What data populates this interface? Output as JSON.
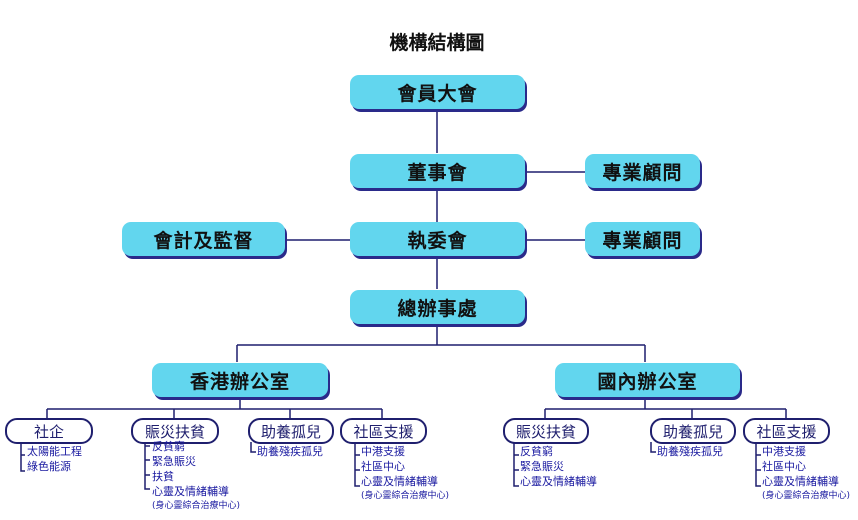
{
  "title": "機構結構圖",
  "colors": {
    "box": "#62d6ee",
    "line": "#1f1f6e",
    "subtext": "#1a1aa0"
  },
  "nodes": {
    "general_meeting": "會員大會",
    "board": "董事會",
    "board_advisor": "專業顧問",
    "exec_committee": "執委會",
    "accounting": "會計及監督",
    "exec_advisor": "專業顧問",
    "head_office": "總辦事處",
    "hk_office": "香港辦公室",
    "mainland_office": "國內辦公室"
  },
  "hk_units": [
    {
      "label": "社企",
      "items": [
        "太陽能工程",
        "綠色能源"
      ]
    },
    {
      "label": "賑災扶貧",
      "items": [
        "反貧窮",
        "緊急賑災",
        "扶貧",
        "心靈及情緒輔導"
      ],
      "note": "(身心靈綜合治療中心)"
    },
    {
      "label": "助養孤兒",
      "items": [
        "助養殘疾孤兒"
      ]
    },
    {
      "label": "社區支援",
      "items": [
        "中港支援",
        "社區中心",
        "心靈及情緒輔導"
      ],
      "note": "(身心靈綜合治療中心)"
    }
  ],
  "mainland_units": [
    {
      "label": "賑災扶貧",
      "items": [
        "反貧窮",
        "緊急賑災",
        "心靈及情緒輔導"
      ]
    },
    {
      "label": "助養孤兒",
      "items": [
        "助養殘疾孤兒"
      ]
    },
    {
      "label": "社區支援",
      "items": [
        "中港支援",
        "社區中心",
        "心靈及情緒輔導"
      ],
      "note": "(身心靈綜合治療中心)"
    }
  ]
}
